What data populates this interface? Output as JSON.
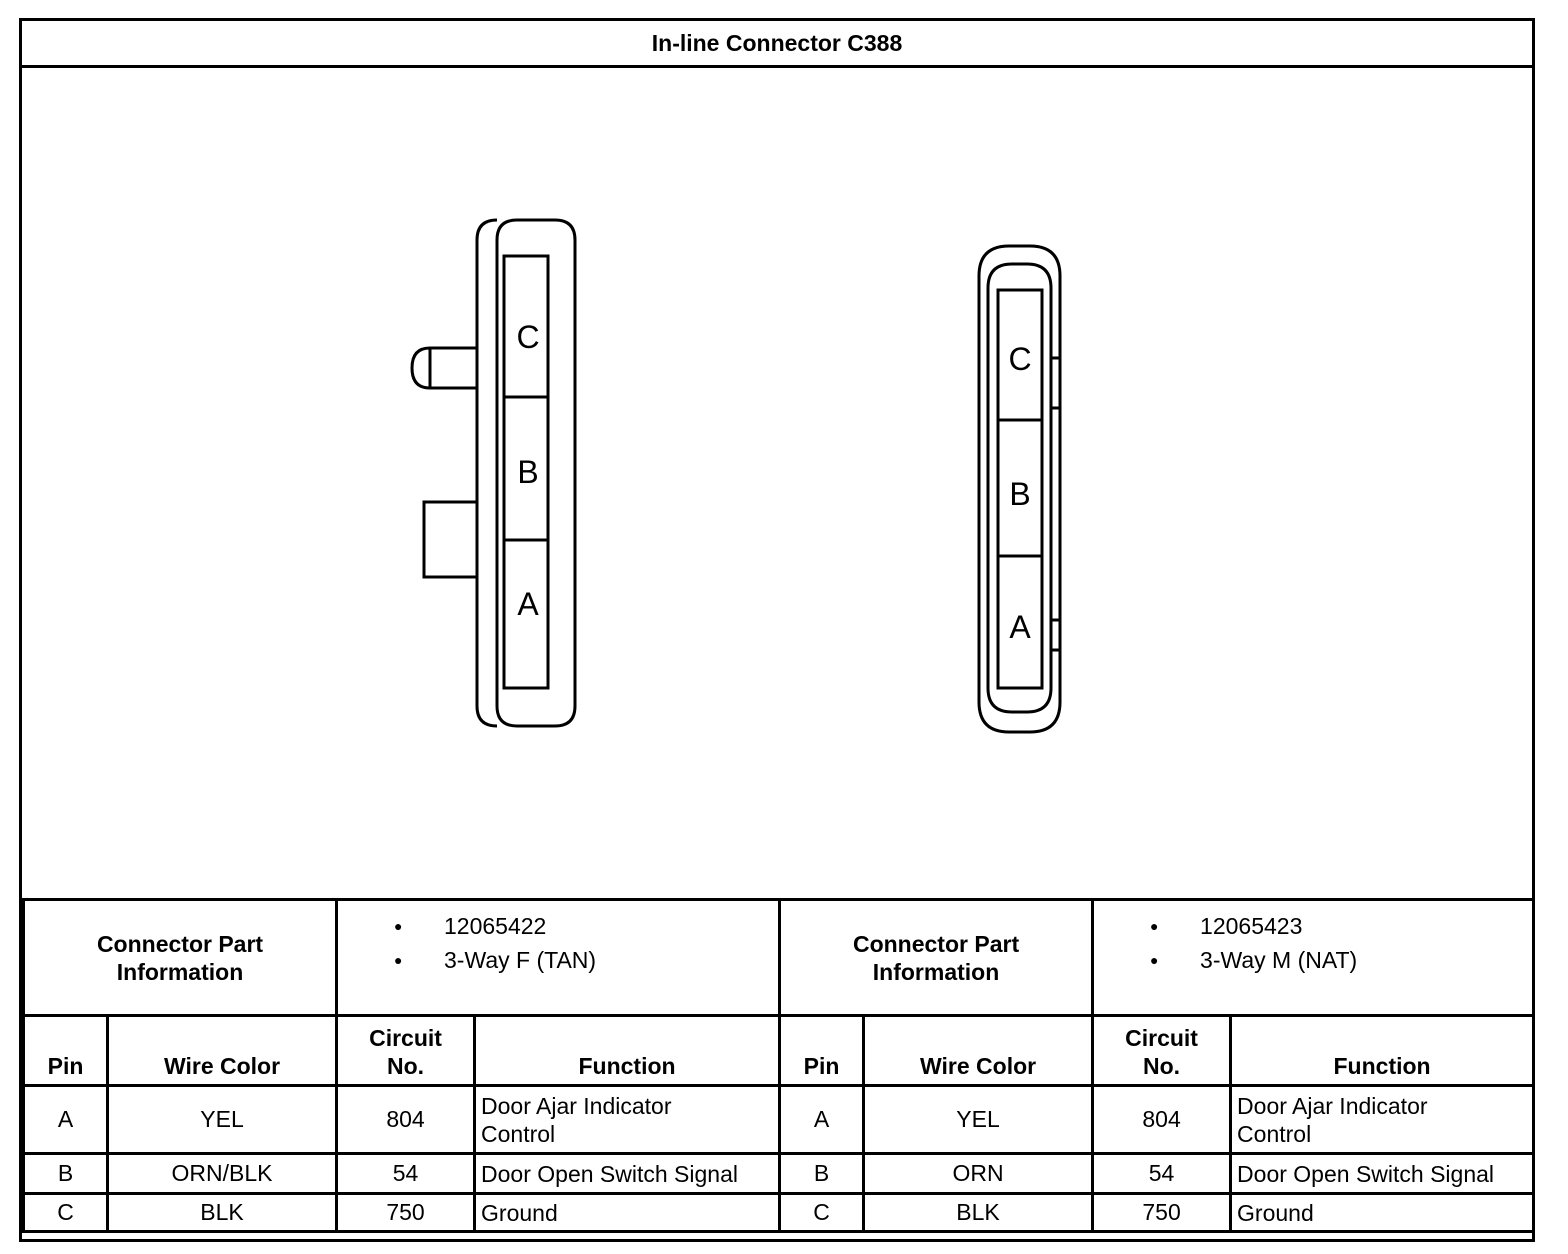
{
  "title": "In-line Connector C388",
  "connectors": [
    {
      "pins_drawn": [
        "C",
        "B",
        "A"
      ],
      "part_info_label_line1": "Connector Part",
      "part_info_label_line2": "Information",
      "part_info": [
        "12065422",
        "3-Way F (TAN)"
      ],
      "table_headers": {
        "pin": "Pin",
        "wire_color": "Wire Color",
        "circuit_line1": "Circuit",
        "circuit_line2": "No.",
        "function": "Function"
      },
      "rows": [
        {
          "pin": "A",
          "wire_color": "YEL",
          "circuit": "804",
          "function_line1": "Door Ajar Indicator",
          "function_line2": "Control"
        },
        {
          "pin": "B",
          "wire_color": "ORN/BLK",
          "circuit": "54",
          "function_line1": "Door Open Switch Signal",
          "function_line2": ""
        },
        {
          "pin": "C",
          "wire_color": "BLK",
          "circuit": "750",
          "function_line1": "Ground",
          "function_line2": ""
        }
      ]
    },
    {
      "pins_drawn": [
        "C",
        "B",
        "A"
      ],
      "part_info_label_line1": "Connector Part",
      "part_info_label_line2": "Information",
      "part_info": [
        "12065423",
        "3-Way M (NAT)"
      ],
      "table_headers": {
        "pin": "Pin",
        "wire_color": "Wire Color",
        "circuit_line1": "Circuit",
        "circuit_line2": "No.",
        "function": "Function"
      },
      "rows": [
        {
          "pin": "A",
          "wire_color": "YEL",
          "circuit": "804",
          "function_line1": "Door Ajar Indicator",
          "function_line2": "Control"
        },
        {
          "pin": "B",
          "wire_color": "ORN",
          "circuit": "54",
          "function_line1": "Door Open Switch Signal",
          "function_line2": ""
        },
        {
          "pin": "C",
          "wire_color": "BLK",
          "circuit": "750",
          "function_line1": "Ground",
          "function_line2": ""
        }
      ]
    }
  ]
}
